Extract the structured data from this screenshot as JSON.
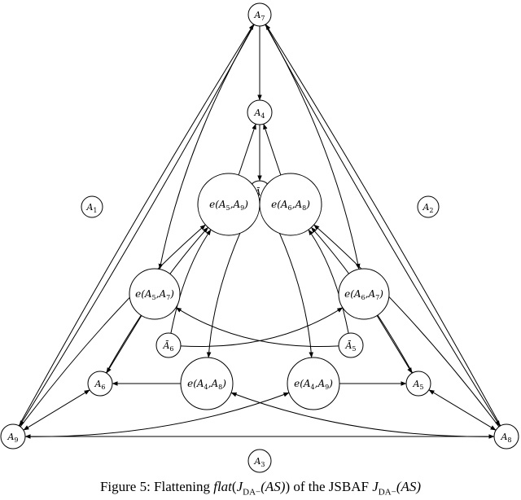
{
  "caption": "Figure 5: Flattening flat(J_{DA−}(AS)) of the JSBAF J_{DA−}(AS)",
  "caption_parts": {
    "prefix": "Figure 5: Flattening ",
    "flat": "flat",
    "open": "(",
    "J": "J",
    "sub": "DA−",
    "as_inner": "(AS)",
    "close": ")",
    "middle": " of the JSBAF ",
    "J2": "J",
    "sub2": "DA−",
    "as_outer": "(AS)"
  },
  "nodes": [
    {
      "id": "A7",
      "base": "A",
      "sub": "7"
    },
    {
      "id": "A4",
      "base": "A",
      "sub": "4"
    },
    {
      "id": "A4bar",
      "base": "Ā",
      "sub": "4"
    },
    {
      "id": "eA5A9",
      "base": "e(A",
      "sub": "5",
      "mid": ",A",
      "sub2": "9",
      "end": ")"
    },
    {
      "id": "eA6A8",
      "base": "e(A",
      "sub": "6",
      "mid": ",A",
      "sub2": "8",
      "end": ")"
    },
    {
      "id": "A1",
      "base": "A",
      "sub": "1"
    },
    {
      "id": "A2",
      "base": "A",
      "sub": "2"
    },
    {
      "id": "eA5A7",
      "base": "e(A",
      "sub": "5",
      "mid": ",A",
      "sub2": "7",
      "end": ")"
    },
    {
      "id": "eA6A7",
      "base": "e(A",
      "sub": "6",
      "mid": ",A",
      "sub2": "7",
      "end": ")"
    },
    {
      "id": "A6bar",
      "base": "Ā",
      "sub": "6"
    },
    {
      "id": "A5bar",
      "base": "Ā",
      "sub": "5"
    },
    {
      "id": "A6",
      "base": "A",
      "sub": "6"
    },
    {
      "id": "eA4A8",
      "base": "e(A",
      "sub": "4",
      "mid": ",A",
      "sub2": "8",
      "end": ")"
    },
    {
      "id": "eA4A9",
      "base": "e(A",
      "sub": "4",
      "mid": ",A",
      "sub2": "9",
      "end": ")"
    },
    {
      "id": "A5",
      "base": "A",
      "sub": "5"
    },
    {
      "id": "A9",
      "base": "A",
      "sub": "9"
    },
    {
      "id": "A8",
      "base": "A",
      "sub": "8"
    },
    {
      "id": "A3",
      "base": "A",
      "sub": "3"
    }
  ],
  "edges": [
    {
      "from": "A7",
      "to": "A4",
      "dir": "forward"
    },
    {
      "from": "A4",
      "to": "A4bar",
      "dir": "forward"
    },
    {
      "from": "eA5A9",
      "to": "A4",
      "dir": "forward"
    },
    {
      "from": "eA6A8",
      "to": "A4",
      "dir": "forward"
    },
    {
      "from": "A7",
      "to": "A9",
      "dir": "forward"
    },
    {
      "from": "A9",
      "to": "A7",
      "dir": "forward"
    },
    {
      "from": "A7",
      "to": "A8",
      "dir": "forward"
    },
    {
      "from": "A8",
      "to": "A7",
      "dir": "forward"
    },
    {
      "from": "A7",
      "to": "eA5A7",
      "dir": "forward"
    },
    {
      "from": "A7",
      "to": "eA6A7",
      "dir": "forward"
    },
    {
      "from": "A9",
      "to": "A8",
      "dir": "both"
    },
    {
      "from": "A9",
      "to": "A6",
      "dir": "both"
    },
    {
      "from": "A8",
      "to": "A5",
      "dir": "both"
    },
    {
      "from": "eA4A8",
      "to": "A6",
      "dir": "forward"
    },
    {
      "from": "A4bar",
      "to": "eA4A8",
      "dir": "forward"
    },
    {
      "from": "A4bar",
      "to": "eA4A9",
      "dir": "forward"
    },
    {
      "from": "eA4A9",
      "to": "A5",
      "dir": "forward"
    },
    {
      "from": "eA5A7",
      "to": "A6",
      "dir": "forward"
    },
    {
      "from": "eA6A7",
      "to": "A5",
      "dir": "forward"
    },
    {
      "from": "A6bar",
      "to": "eA5A9",
      "dir": "forward"
    },
    {
      "from": "A6bar",
      "to": "eA6A7",
      "dir": "forward"
    },
    {
      "from": "A5bar",
      "to": "eA6A8",
      "dir": "forward"
    },
    {
      "from": "A5bar",
      "to": "eA5A7",
      "dir": "forward"
    },
    {
      "from": "A9",
      "to": "eA4A9",
      "dir": "forward"
    },
    {
      "from": "A8",
      "to": "eA4A8",
      "dir": "forward"
    },
    {
      "from": "A9",
      "to": "eA5A9",
      "dir": "forward"
    },
    {
      "from": "A8",
      "to": "eA6A8",
      "dir": "forward"
    },
    {
      "from": "A6",
      "to": "eA5A9",
      "dir": "forward"
    },
    {
      "from": "A5",
      "to": "eA6A8",
      "dir": "forward"
    }
  ]
}
